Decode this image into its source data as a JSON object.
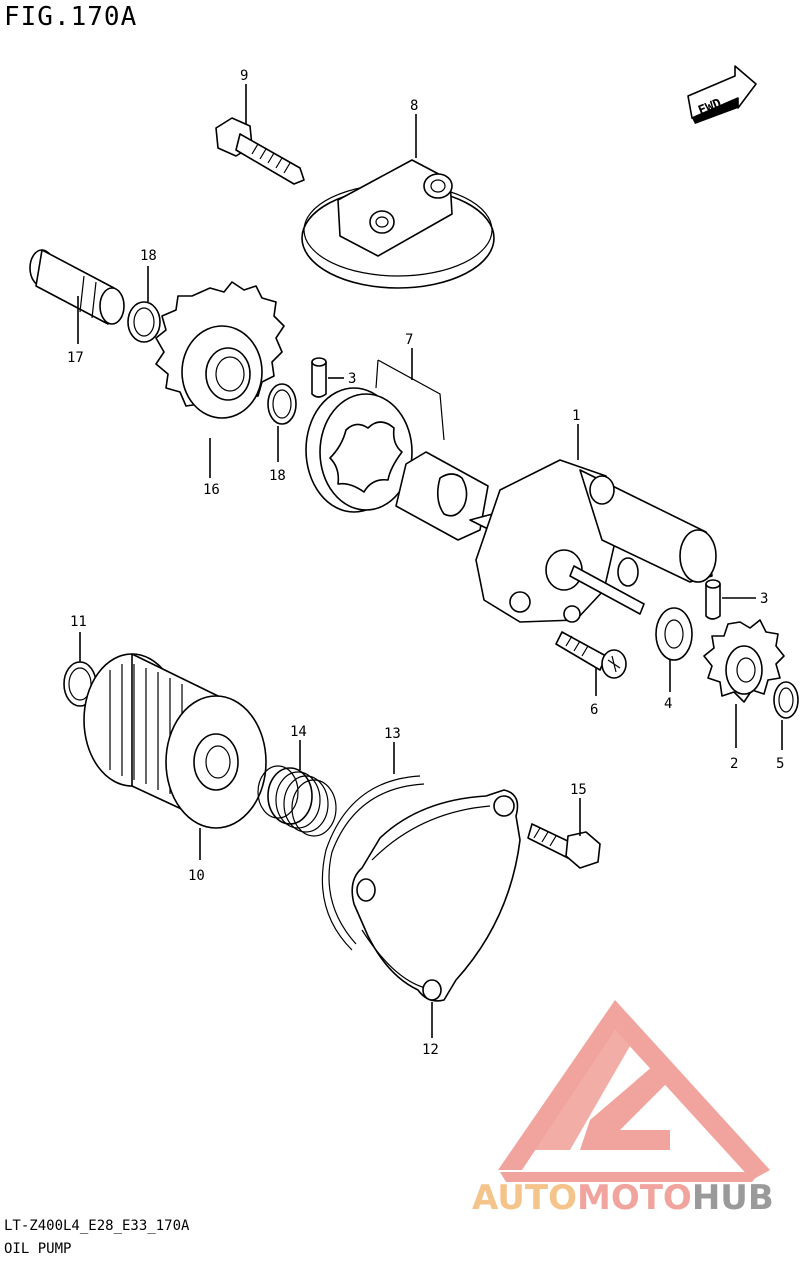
{
  "figure": {
    "title": "FIG.170A",
    "code": "LT-Z400L4_E28_E33_170A",
    "name": "OIL PUMP",
    "fwd_label": "FWD"
  },
  "callouts": {
    "c1": "1",
    "c2": "2",
    "c3a": "3",
    "c3b": "3",
    "c4": "4",
    "c5": "5",
    "c6": "6",
    "c7": "7",
    "c8": "8",
    "c9": "9",
    "c10": "10",
    "c11": "11",
    "c12": "12",
    "c13": "13",
    "c14": "14",
    "c15": "15",
    "c16": "16",
    "c17": "17",
    "c18a": "18",
    "c18b": "18"
  },
  "watermark": {
    "auto": "AUTO",
    "moto": "MOTO",
    "hub": "HUB",
    "colors": {
      "auto": "#f5c48a",
      "moto": "#f1a49d",
      "hub": "#9a9a9a"
    }
  }
}
